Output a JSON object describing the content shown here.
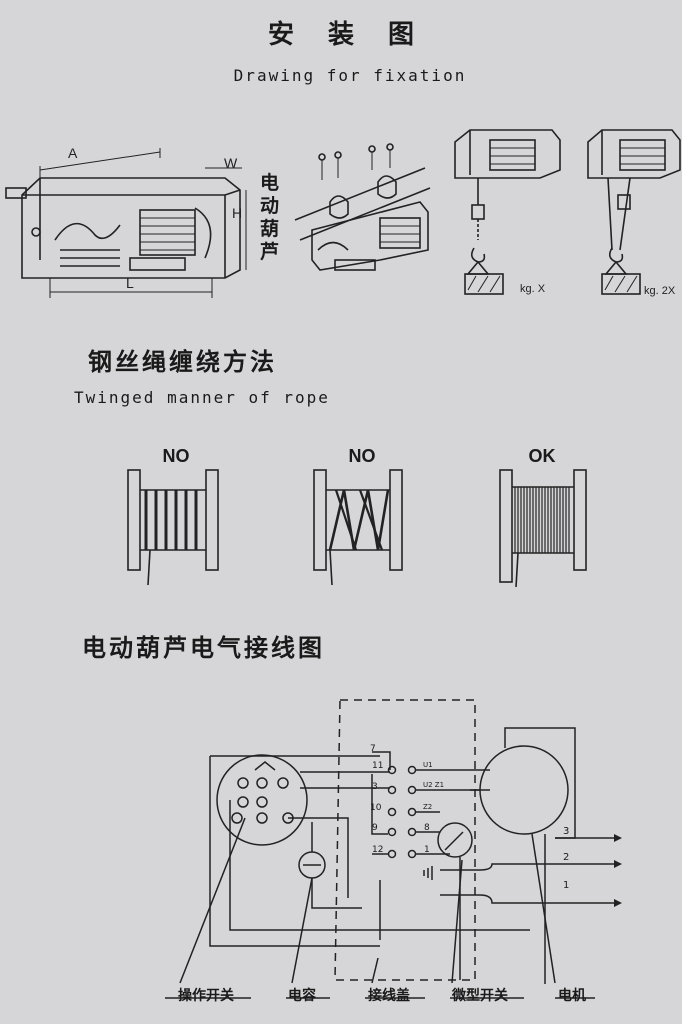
{
  "header": {
    "title_cn": "安装图",
    "title_en": "Drawing for fixation"
  },
  "fixation": {
    "dim_a": "A",
    "dim_w": "W",
    "dim_h": "H",
    "dim_l": "L",
    "side_label": [
      "电",
      "动",
      "葫",
      "芦"
    ],
    "load_1": "kg. X",
    "load_2": "kg. 2X"
  },
  "rope": {
    "title_cn": "钢丝绳缠绕方法",
    "title_en": "Twinged manner of rope",
    "drums": [
      {
        "label": "NO"
      },
      {
        "label": "NO"
      },
      {
        "label": "OK"
      }
    ]
  },
  "wiring": {
    "title_cn": "电动葫芦电气接线图",
    "terminal_numbers": [
      "7",
      "11",
      "3",
      "10",
      "9",
      "12",
      "8",
      "1"
    ],
    "terminal_codes": [
      "U1",
      "U2 Z1",
      "Z2"
    ],
    "output_lines": [
      "3",
      "2",
      "1"
    ],
    "legend": [
      "操作开关",
      "电容",
      "接线盖",
      "微型开关",
      "电机"
    ]
  }
}
